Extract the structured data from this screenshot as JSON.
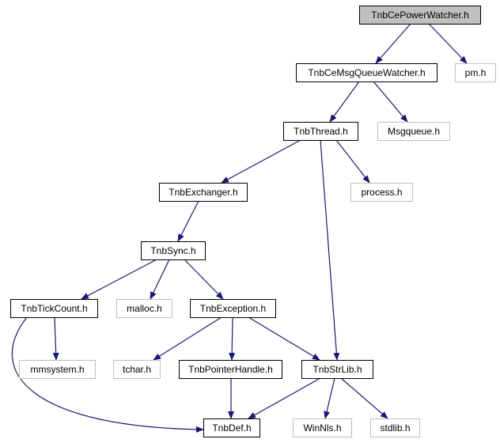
{
  "diagram": {
    "nodes": [
      {
        "id": "root",
        "label": "TnbCePowerWatcher.h",
        "kind": "root"
      },
      {
        "id": "pm",
        "label": "pm.h",
        "kind": "external"
      },
      {
        "id": "msgqw",
        "label": "TnbCeMsgQueueWatcher.h",
        "kind": "project"
      },
      {
        "id": "thread",
        "label": "TnbThread.h",
        "kind": "project"
      },
      {
        "id": "msgqueue",
        "label": "Msgqueue.h",
        "kind": "external"
      },
      {
        "id": "exchanger",
        "label": "TnbExchanger.h",
        "kind": "project"
      },
      {
        "id": "process",
        "label": "process.h",
        "kind": "external"
      },
      {
        "id": "sync",
        "label": "TnbSync.h",
        "kind": "project"
      },
      {
        "id": "tick",
        "label": "TnbTickCount.h",
        "kind": "project"
      },
      {
        "id": "malloc",
        "label": "malloc.h",
        "kind": "external"
      },
      {
        "id": "exception",
        "label": "TnbException.h",
        "kind": "project"
      },
      {
        "id": "mmsystem",
        "label": "mmsystem.h",
        "kind": "external"
      },
      {
        "id": "tchar",
        "label": "tchar.h",
        "kind": "external"
      },
      {
        "id": "ptrhandle",
        "label": "TnbPointerHandle.h",
        "kind": "project"
      },
      {
        "id": "strlib",
        "label": "TnbStrLib.h",
        "kind": "project"
      },
      {
        "id": "def",
        "label": "TnbDef.h",
        "kind": "project"
      },
      {
        "id": "winnls",
        "label": "WinNls.h",
        "kind": "external"
      },
      {
        "id": "stdlib",
        "label": "stdlib.h",
        "kind": "external"
      }
    ],
    "edges": [
      {
        "from": "root",
        "to": "msgqw"
      },
      {
        "from": "root",
        "to": "pm"
      },
      {
        "from": "msgqw",
        "to": "thread"
      },
      {
        "from": "msgqw",
        "to": "msgqueue"
      },
      {
        "from": "thread",
        "to": "exchanger"
      },
      {
        "from": "thread",
        "to": "process"
      },
      {
        "from": "thread",
        "to": "strlib"
      },
      {
        "from": "exchanger",
        "to": "sync"
      },
      {
        "from": "sync",
        "to": "tick"
      },
      {
        "from": "sync",
        "to": "malloc"
      },
      {
        "from": "sync",
        "to": "exception"
      },
      {
        "from": "tick",
        "to": "mmsystem"
      },
      {
        "from": "tick",
        "to": "def"
      },
      {
        "from": "exception",
        "to": "tchar"
      },
      {
        "from": "exception",
        "to": "ptrhandle"
      },
      {
        "from": "exception",
        "to": "strlib"
      },
      {
        "from": "ptrhandle",
        "to": "def"
      },
      {
        "from": "strlib",
        "to": "def"
      },
      {
        "from": "strlib",
        "to": "winnls"
      },
      {
        "from": "strlib",
        "to": "stdlib"
      }
    ],
    "colors": {
      "root_fill": "#bfbfbf",
      "project_border": "#000000",
      "external_border": "#bfbfbf",
      "edge": "#191970",
      "text": "#000000"
    }
  }
}
